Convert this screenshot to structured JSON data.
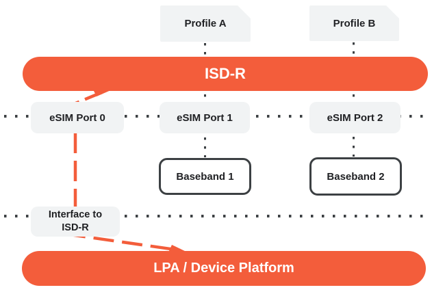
{
  "diagram": {
    "nodes": {
      "profile_a": {
        "label": "Profile A"
      },
      "profile_b": {
        "label": "Profile B"
      },
      "isdr": {
        "label": "ISD-R"
      },
      "esim_port_0": {
        "label": "eSIM Port 0"
      },
      "esim_port_1": {
        "label": "eSIM Port 1"
      },
      "esim_port_2": {
        "label": "eSIM Port 2"
      },
      "baseband_1": {
        "label": "Baseband 1"
      },
      "baseband_2": {
        "label": "Baseband 2"
      },
      "interface_to_isdr": {
        "label": "Interface to ISD-R"
      },
      "lpa": {
        "label": "LPA / Device Platform"
      }
    },
    "colors": {
      "accent_orange": "#F35D3B",
      "node_gray": "#F1F3F4",
      "outline_dark": "#3C4043",
      "text_dark": "#202124",
      "text_on_orange": "#FFFFFF"
    }
  }
}
